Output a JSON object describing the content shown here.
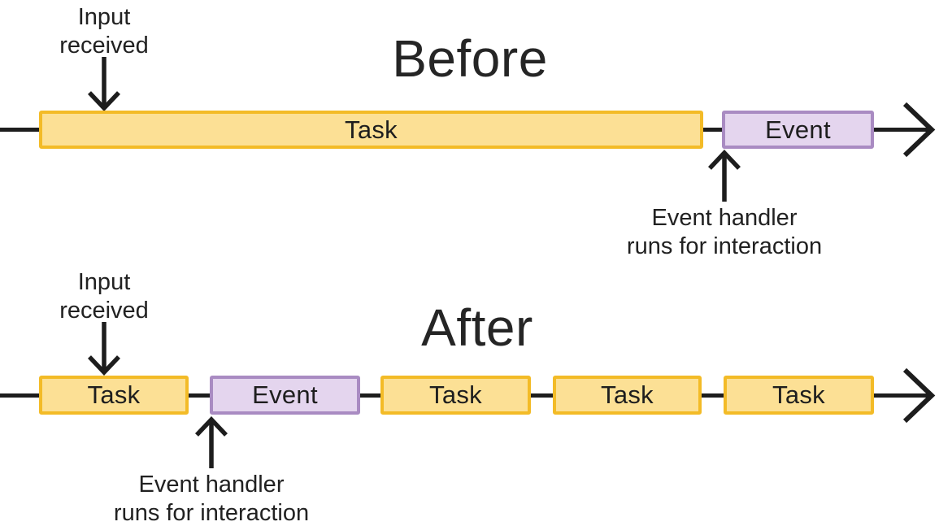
{
  "colors": {
    "task_fill": "#FCE095",
    "task_border": "#F3BB27",
    "event_fill": "#E4D5EE",
    "event_border": "#A98BC2",
    "line": "#1D1D1D",
    "text": "#212121"
  },
  "sections": {
    "before": {
      "title": "Before",
      "input_label_lines": [
        "Input",
        "received"
      ],
      "handler_label_lines": [
        "Event handler",
        "runs for interaction"
      ],
      "segments": [
        {
          "type": "task",
          "label": "Task"
        },
        {
          "type": "event",
          "label": "Event"
        }
      ]
    },
    "after": {
      "title": "After",
      "input_label_lines": [
        "Input",
        "received"
      ],
      "handler_label_lines": [
        "Event handler",
        "runs for interaction"
      ],
      "segments": [
        {
          "type": "task",
          "label": "Task"
        },
        {
          "type": "event",
          "label": "Event"
        },
        {
          "type": "task",
          "label": "Task"
        },
        {
          "type": "task",
          "label": "Task"
        },
        {
          "type": "task",
          "label": "Task"
        }
      ]
    }
  }
}
